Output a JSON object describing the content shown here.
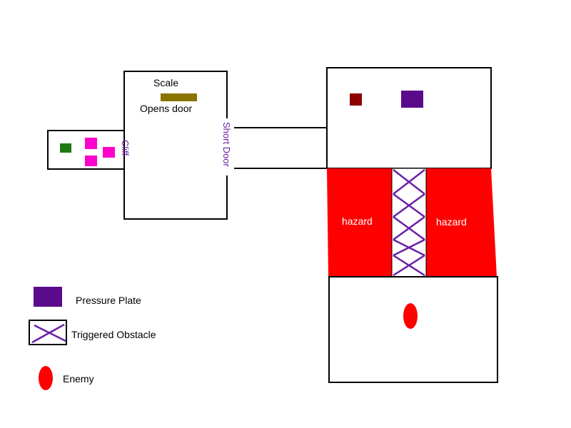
{
  "labels": {
    "scale": "Scale",
    "opens_door": "Opens door",
    "cliff": "Cliff",
    "short_door": "Short Door",
    "hazard_left": "hazard",
    "hazard_right": "hazard"
  },
  "legend": {
    "pressure_plate": "Pressure Plate",
    "triggered_obstacle": "Triggered Obstacle",
    "enemy": "Enemy"
  },
  "colors": {
    "outline": "#000000",
    "pressure_plate": "#5b0a8c",
    "obstacle_stroke": "#6a1fa6",
    "hazard": "#ff0000",
    "enemy": "#ff0000",
    "scale": "#8b7300",
    "cliff_blocks": "#ff00cc",
    "green_block": "#1f7a12",
    "dark_red_block": "#8b0000",
    "label_purple": "#6a1fa6",
    "hazard_text": "#ffffff"
  }
}
